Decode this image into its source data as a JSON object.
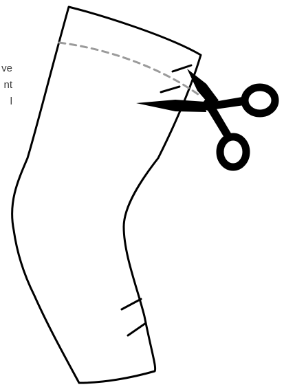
{
  "visible_text_fragments": [
    "ve",
    "nt",
    "l"
  ],
  "illustration": {
    "subject": "sleeve-cutting-diagram",
    "icons": [
      "sleeve-outline",
      "cut-line-dashed",
      "scissors-icon",
      "tick-marks"
    ],
    "colors": {
      "outline": "#000000",
      "dashed_cut_line": "#9b9b9b",
      "scissors": "#000000",
      "background": "#ffffff"
    }
  }
}
